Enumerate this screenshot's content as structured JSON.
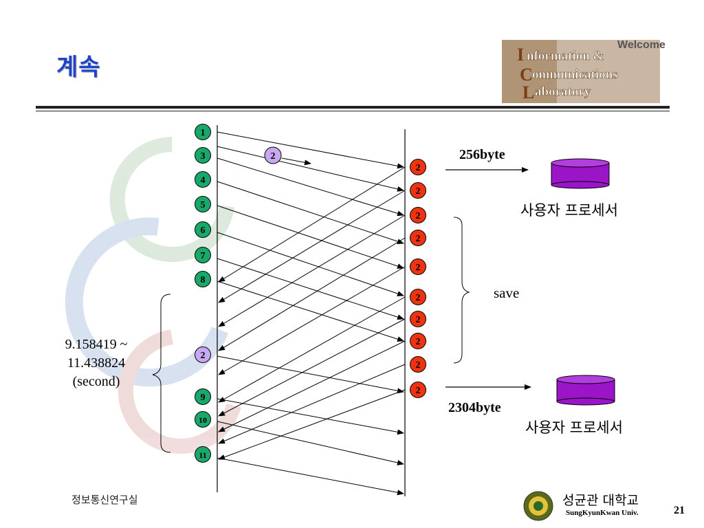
{
  "slide": {
    "title": "계속",
    "page_number": "21"
  },
  "logo": {
    "welcome": "Welcome",
    "line1": "nformation &",
    "line2": "ommunications",
    "line3": "aboratory",
    "initial1": "I",
    "initial2": "C",
    "initial3": "L"
  },
  "diagram": {
    "sender_numbers": [
      "1",
      "3",
      "4",
      "5",
      "6",
      "7",
      "8",
      "2",
      "9",
      "10",
      "11"
    ],
    "inflight_label": "2",
    "receiver_label": "2",
    "range_text": [
      "9.158419 ~",
      "11.438824",
      "(second)"
    ],
    "save_label": "save",
    "top_bytes": "256byte",
    "bottom_bytes": "2304byte",
    "process_label_top": "사용자 프로세서",
    "process_label_bottom": "사용자 프로세서",
    "colors": {
      "sender_node": "#1aa86a",
      "retransmit_node": "#c8a8f0",
      "receiver_node": "#ee3311",
      "process_disk": "#9a14c8"
    }
  },
  "footer": {
    "lab": "정보통신연구실",
    "university_kr": "성균관 대학교",
    "university_en": "SungKyunKwan Univ."
  }
}
